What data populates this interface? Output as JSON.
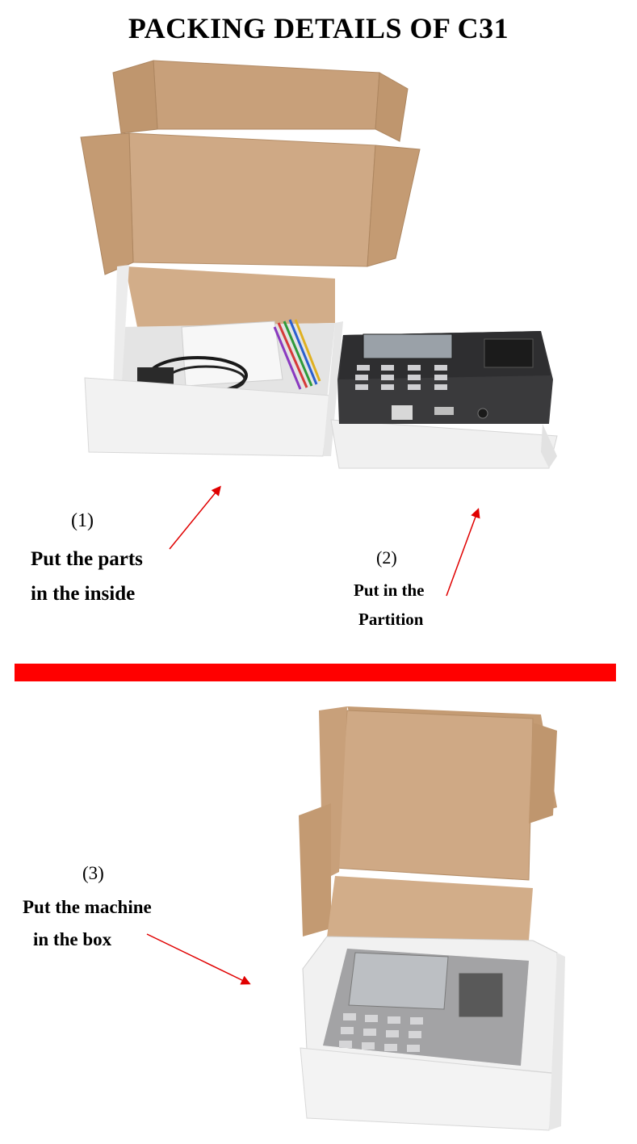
{
  "page": {
    "title": "PACKING DETAILS OF C31"
  },
  "steps": [
    {
      "number": "(1)",
      "line1": "Put the parts",
      "line2": "in the inside"
    },
    {
      "number": "(2)",
      "line1": "Put in the",
      "line2": "Partition"
    },
    {
      "number": "(3)",
      "line1": "Put the machine",
      "line2": "in the box"
    }
  ],
  "colors": {
    "divider": "#ff0000",
    "arrow": "#e00000",
    "cardboard": "#c9a27c",
    "box_white": "#f4f4f4",
    "device": "#3a3a3c"
  },
  "icons": [
    "arrow-up-right-icon",
    "arrow-down-right-icon"
  ]
}
